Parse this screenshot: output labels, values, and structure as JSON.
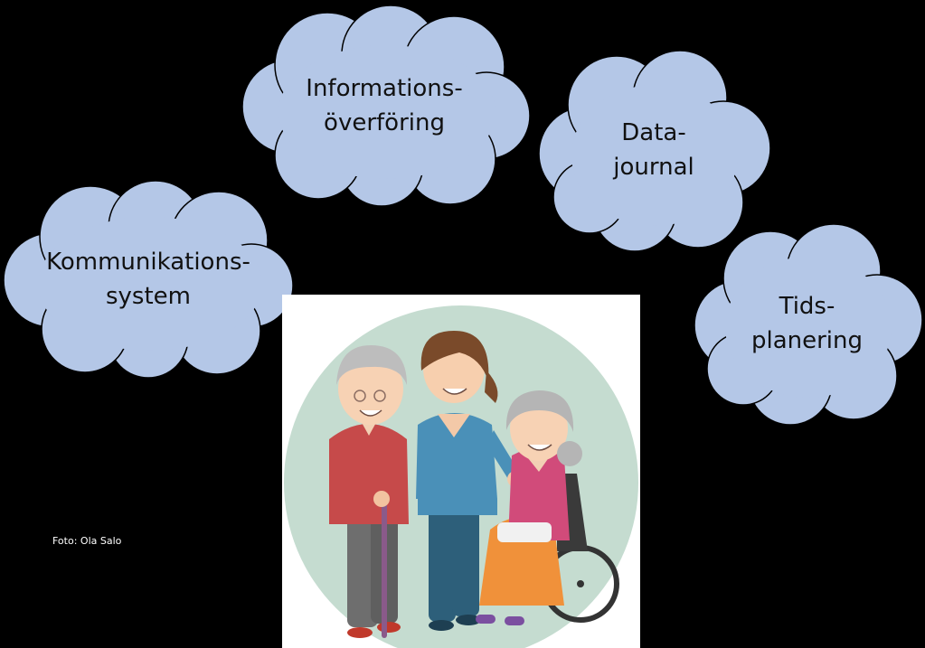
{
  "clouds": {
    "info": {
      "line1": "Informations-",
      "line2": "överföring"
    },
    "data": {
      "line1": "Data-",
      "line2": "journal"
    },
    "komm": {
      "line1": "Kommunikations-",
      "line2": "system"
    },
    "tids": {
      "line1": "Tids-",
      "line2": "planering"
    }
  },
  "photo_credit": "Foto: Ola Salo",
  "colors": {
    "cloud_fill": "#b4c7e7",
    "background": "#000000",
    "backdrop_circle": "#c5dcd0"
  }
}
